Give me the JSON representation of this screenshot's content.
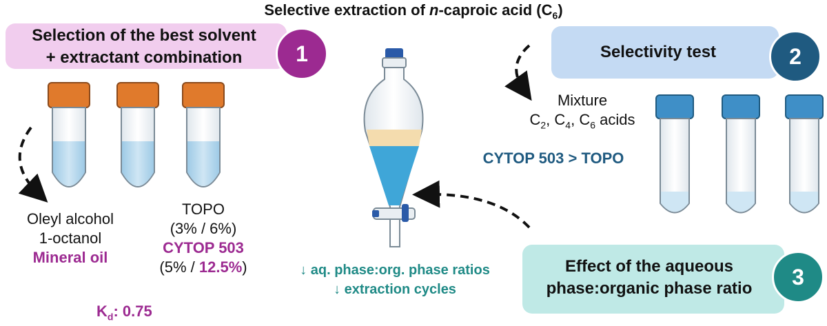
{
  "title": {
    "prefix": "Selective extraction of ",
    "italic": "n",
    "middle": "-caproic acid (C",
    "sub": "6",
    "suffix": ")"
  },
  "section1": {
    "number": "1",
    "line1": "Selection of the best solvent",
    "line2": "+ extractant combination",
    "solvents": [
      "Oleyl alcohol",
      "1-octanol",
      "Mineral oil"
    ],
    "extractants": {
      "topo": "TOPO",
      "topo_conc": "(3% / 6%)",
      "cytop": "CYTOP 503",
      "cytop_conc_open": "(5% / ",
      "cytop_conc_bold": "12.5%",
      "cytop_conc_close": ")"
    },
    "kd_label": "K",
    "kd_sub": "d",
    "kd_value": ": 0.75"
  },
  "section2": {
    "number": "2",
    "title": "Selectivity test",
    "mixture": "Mixture",
    "acids": {
      "c": "C",
      "s1": "2",
      "s2": "4",
      "s3": "6",
      "sep": ", ",
      "tail": " acids"
    },
    "result": "CYTOP 503 > TOPO"
  },
  "section3": {
    "number": "3",
    "line1": "Effect of the aqueous",
    "line2": "phase:organic phase ratio",
    "note1": "↓ aq. phase:org. phase ratios",
    "note2": "↓ extraction cycles"
  },
  "colors": {
    "purple": "#9c2a91",
    "blue": "#1f5a80",
    "teal": "#1f8a86",
    "banner1": "#f1cdee",
    "banner2": "#c4daf3",
    "banner3": "#bfe9e6"
  }
}
